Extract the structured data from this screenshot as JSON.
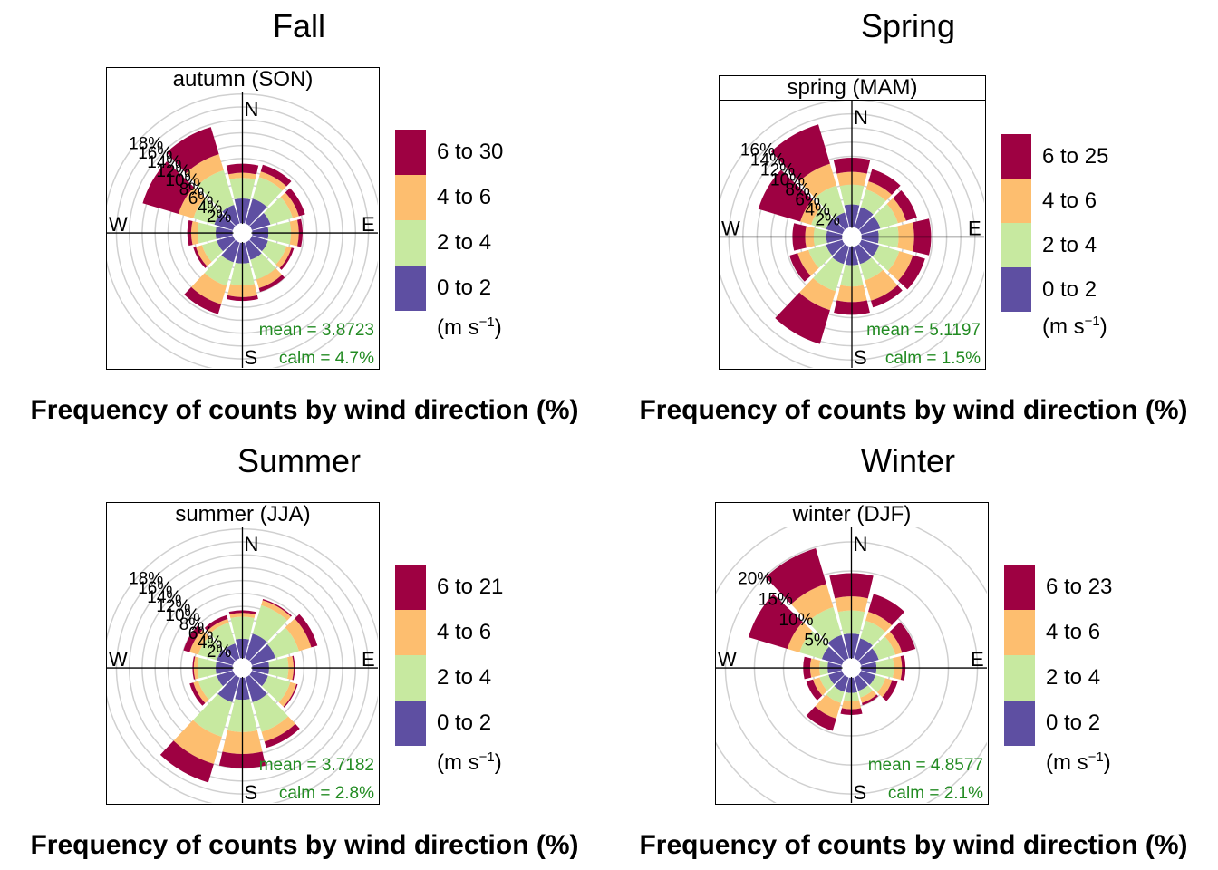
{
  "chart_data": [
    {
      "type": "windrose",
      "title": "Fall",
      "strip_label": "autumn (SON)",
      "caption": "Frequency of counts by wind direction (%)",
      "mean_label": "mean = 3.8723",
      "calm_label": "calm = 4.7%",
      "units": "(m s",
      "units_exp": "−1",
      "compass": [
        "N",
        "E",
        "S",
        "W"
      ],
      "grid_labels": [
        "2%",
        "4%",
        "6%",
        "8%",
        "10%",
        "12%",
        "14%",
        "16%",
        "18%"
      ],
      "grid_step": 2,
      "rmax": 18,
      "speed_bins": [
        "0 to 2",
        "2 to 4",
        "4 to 6",
        "6 to 30"
      ],
      "directions": [
        0,
        30,
        60,
        90,
        120,
        150,
        180,
        210,
        240,
        270,
        300,
        330
      ],
      "cumulative": [
        [
          3.8,
          7.0,
          7.8,
          9.2
        ],
        [
          4.0,
          7.5,
          8.4,
          9.5
        ],
        [
          3.0,
          6.6,
          7.6,
          8.6
        ],
        [
          2.5,
          6.0,
          7.2,
          7.8
        ],
        [
          2.6,
          5.6,
          6.4,
          6.8
        ],
        [
          2.8,
          6.0,
          7.4,
          8.0
        ],
        [
          3.2,
          6.6,
          8.4,
          9.0
        ],
        [
          3.2,
          7.0,
          10.0,
          11.6
        ],
        [
          2.6,
          5.0,
          6.0,
          6.4
        ],
        [
          2.6,
          5.4,
          6.4,
          7.0
        ],
        [
          3.0,
          6.4,
          8.8,
          14.6
        ],
        [
          3.0,
          8.6,
          11.2,
          15.6
        ]
      ]
    },
    {
      "type": "windrose",
      "title": "Spring",
      "strip_label": "spring (MAM)",
      "caption": "Frequency of counts by wind direction (%)",
      "mean_label": "mean = 5.1197",
      "calm_label": "calm = 1.5%",
      "units": "(m s",
      "units_exp": "−1",
      "compass": [
        "N",
        "E",
        "S",
        "W"
      ],
      "grid_labels": [
        "2%",
        "4%",
        "6%",
        "8%",
        "10%",
        "12%",
        "14%",
        "16%"
      ],
      "grid_step": 2,
      "rmax": 16,
      "speed_bins": [
        "0 to 2",
        "2 to 4",
        "4 to 6",
        "6 to 25"
      ],
      "directions": [
        0,
        30,
        60,
        90,
        120,
        150,
        180,
        210,
        240,
        270,
        300,
        330
      ],
      "cumulative": [
        [
          3.2,
          6.0,
          7.8,
          9.8
        ],
        [
          3.0,
          5.6,
          6.8,
          8.6
        ],
        [
          2.8,
          5.4,
          6.6,
          8.2
        ],
        [
          2.4,
          5.2,
          7.4,
          9.8
        ],
        [
          2.6,
          5.6,
          7.6,
          9.4
        ],
        [
          2.6,
          5.0,
          8.0,
          9.0
        ],
        [
          2.6,
          5.6,
          7.8,
          9.6
        ],
        [
          2.6,
          6.6,
          9.4,
          14.4
        ],
        [
          2.4,
          5.0,
          6.6,
          7.8
        ],
        [
          2.2,
          4.0,
          5.2,
          7.0
        ],
        [
          2.4,
          4.6,
          6.2,
          12.4
        ],
        [
          2.2,
          6.2,
          9.4,
          15.2
        ]
      ]
    },
    {
      "type": "windrose",
      "title": "Summer",
      "strip_label": "summer (JJA)",
      "caption": "Frequency of counts by wind direction (%)",
      "mean_label": "mean = 3.7182",
      "calm_label": "calm = 2.8%",
      "units": "(m s",
      "units_exp": "−1",
      "compass": [
        "N",
        "E",
        "S",
        "W"
      ],
      "grid_labels": [
        "2%",
        "4%",
        "6%",
        "8%",
        "10%",
        "12%",
        "14%",
        "16%",
        "18%"
      ],
      "grid_step": 2,
      "rmax": 18,
      "speed_bins": [
        "0 to 2",
        "2 to 4",
        "4 to 6",
        "6 to 21"
      ],
      "directions": [
        0,
        30,
        60,
        90,
        120,
        150,
        180,
        210,
        240,
        270,
        300,
        330
      ],
      "cumulative": [
        [
          3.0,
          6.4,
          7.0,
          7.4
        ],
        [
          4.0,
          8.6,
          9.4,
          9.6
        ],
        [
          3.8,
          7.6,
          9.6,
          10.6
        ],
        [
          2.6,
          5.6,
          6.4,
          6.6
        ],
        [
          2.6,
          6.2,
          7.2,
          7.4
        ],
        [
          4.0,
          8.8,
          10.4,
          11.4
        ],
        [
          3.4,
          8.4,
          11.8,
          14.0
        ],
        [
          4.0,
          9.6,
          14.0,
          17.0
        ],
        [
          2.6,
          5.6,
          6.4,
          7.0
        ],
        [
          2.6,
          5.4,
          6.0,
          6.2
        ],
        [
          2.6,
          5.6,
          7.0,
          8.0
        ],
        [
          2.4,
          5.8,
          6.4,
          7.0
        ]
      ]
    },
    {
      "type": "windrose",
      "title": "Winter",
      "strip_label": "winter (DJF)",
      "caption": "Frequency of counts by wind direction (%)",
      "mean_label": "mean = 4.8577",
      "calm_label": "calm = 2.1%",
      "units": "(m s",
      "units_exp": "−1",
      "compass": [
        "N",
        "E",
        "S",
        "W"
      ],
      "grid_labels": [
        "5%",
        "10%",
        "15%",
        "20%"
      ],
      "grid_step": 5,
      "rmax": 20,
      "speed_bins": [
        "0 to 2",
        "2 to 4",
        "4 to 6",
        "6 to 23"
      ],
      "directions": [
        0,
        30,
        60,
        90,
        120,
        150,
        180,
        210,
        240,
        270,
        300,
        330
      ],
      "cumulative": [
        [
          4.2,
          8.2,
          10.6,
          14.6
        ],
        [
          3.6,
          6.8,
          8.4,
          11.6
        ],
        [
          3.2,
          6.2,
          7.4,
          9.8
        ],
        [
          2.6,
          5.6,
          7.0,
          7.6
        ],
        [
          2.6,
          4.4,
          5.6,
          6.6
        ],
        [
          2.4,
          3.6,
          4.6,
          5.0
        ],
        [
          2.6,
          4.0,
          5.4,
          6.4
        ],
        [
          2.6,
          4.6,
          7.4,
          9.6
        ],
        [
          2.4,
          4.0,
          5.2,
          6.4
        ],
        [
          2.4,
          3.8,
          5.4,
          6.6
        ],
        [
          3.6,
          7.6,
          9.8,
          16.8
        ],
        [
          4.2,
          9.2,
          13.4,
          19.8
        ]
      ]
    }
  ],
  "colors": {
    "speed_bins": [
      "#5E4FA2",
      "#C7E9A0",
      "#FDBE6F",
      "#9E0142"
    ],
    "grid": "#d0d0d0",
    "stats_text": "#228B22"
  }
}
